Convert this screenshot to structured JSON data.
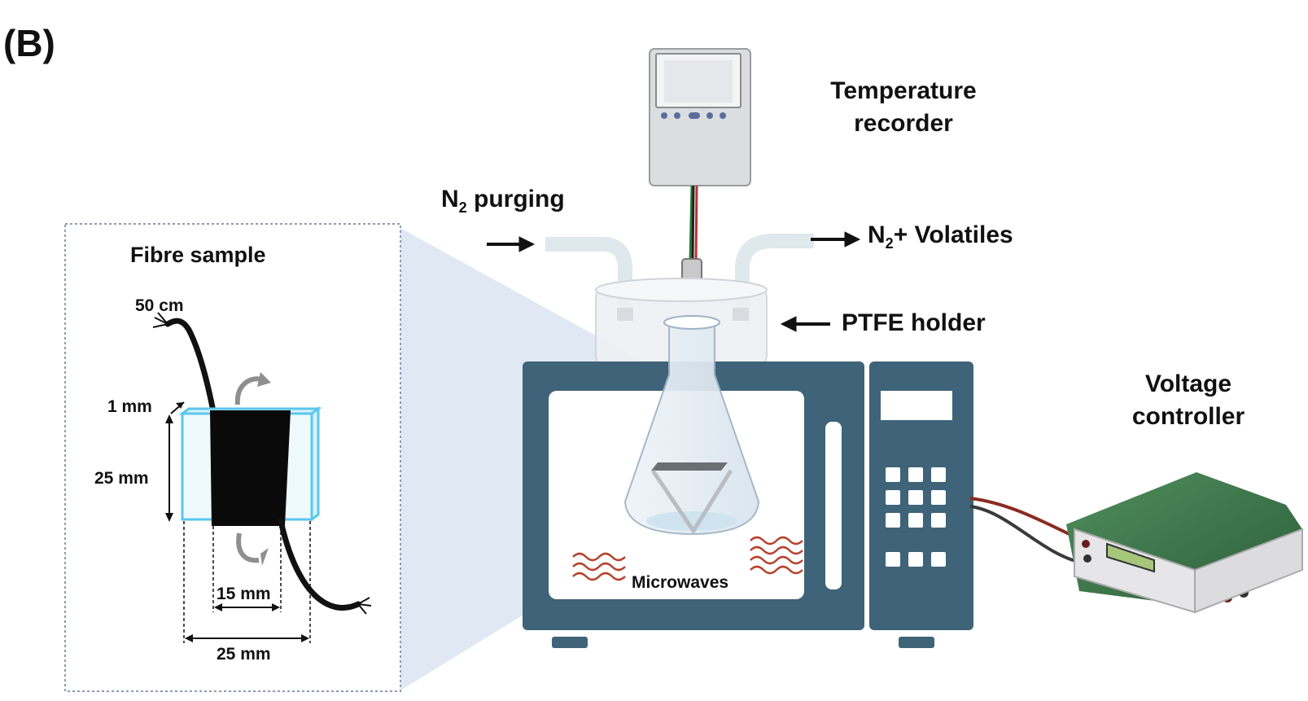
{
  "panel_label": "(B)",
  "temperature_recorder": {
    "line1": "Temperature",
    "line2": "recorder"
  },
  "n2_purging": {
    "prefix": "N",
    "sub": "2",
    "suffix": " purging"
  },
  "n2_volatiles": {
    "prefix": "N",
    "sub": "2",
    "suffix": "+ Volatiles"
  },
  "ptfe_holder": "PTFE holder",
  "voltage_controller": {
    "line1": "Voltage",
    "line2": "controller"
  },
  "microwaves": "Microwaves",
  "fibre_sample": {
    "title": "Fibre sample",
    "length": "50 cm",
    "thickness": "1 mm",
    "height": "25 mm",
    "fibre_width": "15 mm",
    "plate_width": "25 mm"
  },
  "colors": {
    "microwave_body": "#3f6378",
    "heat_waves": "#b5452f",
    "voltage_case": "#3e7a4c",
    "glass_slide": "#5bc6ee",
    "beam": "#dbe5f1"
  }
}
